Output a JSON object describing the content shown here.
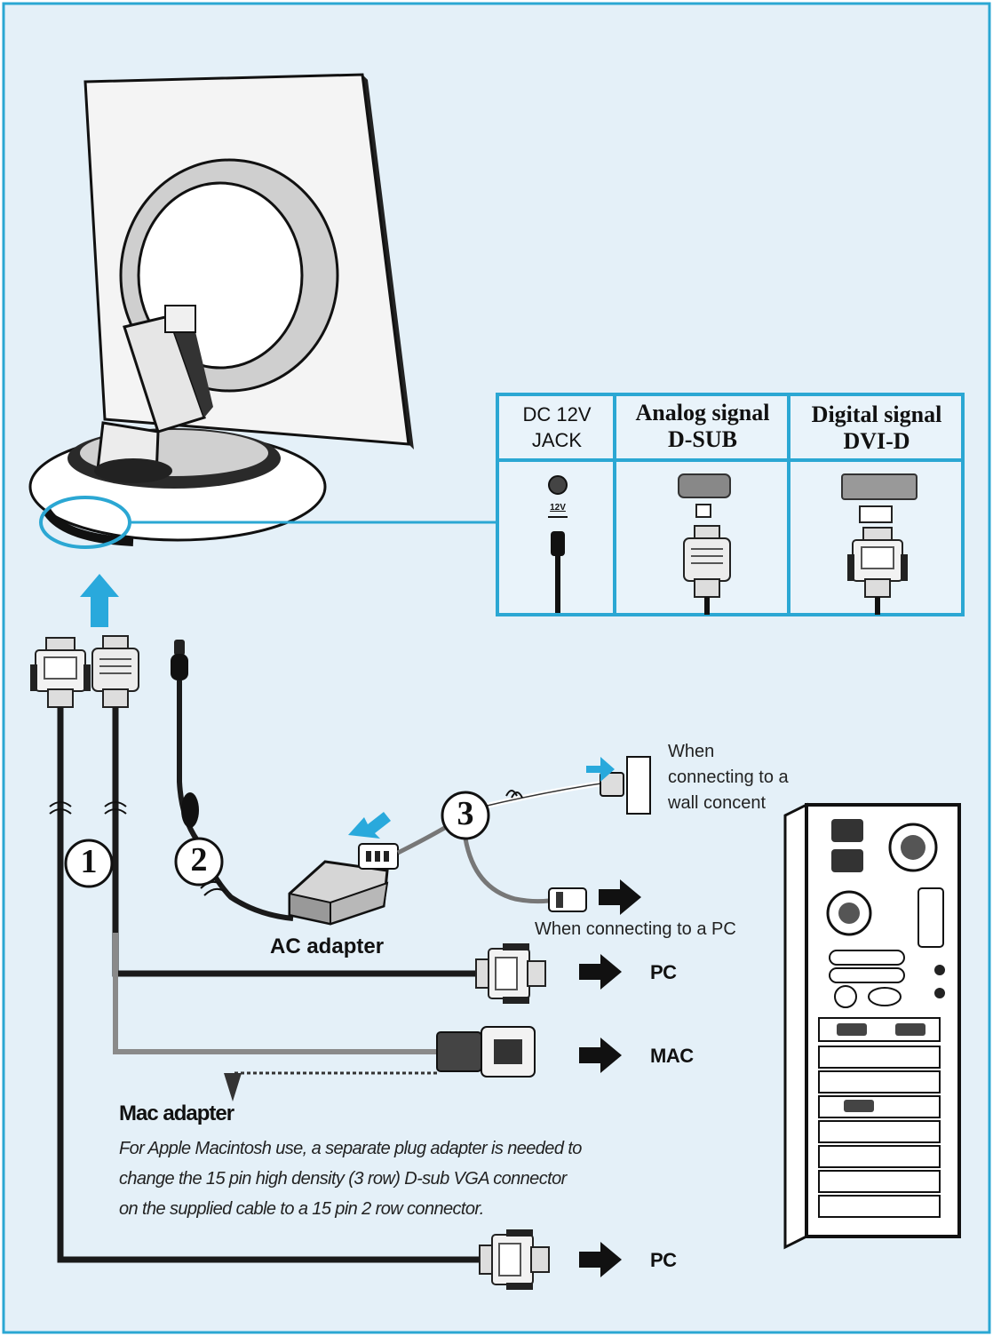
{
  "colors": {
    "background": "#e4f0f8",
    "accent": "#2ba7d3",
    "arrow": "#29a9dc",
    "cable": "#1a1a1a"
  },
  "port_table": {
    "dc_jack": {
      "title": [
        "DC 12V",
        "JACK"
      ],
      "mark": "12V"
    },
    "analog": {
      "title": [
        "Analog signal",
        "D-SUB"
      ]
    },
    "digital": {
      "title": [
        "Digital signal",
        "DVI-D"
      ]
    }
  },
  "steps": [
    "1",
    "2",
    "3"
  ],
  "labels": {
    "ac_adapter": "AC adapter",
    "wall_note": [
      "When",
      "connecting to a",
      "wall concent"
    ],
    "pc_note": "When connecting to a PC",
    "pc_top": "PC",
    "mac": "MAC",
    "pc_bottom": "PC"
  },
  "mac_adapter": {
    "title": "Mac adapter",
    "text": [
      "For Apple Macintosh use, a separate plug adapter is needed to",
      "change the 15 pin high density (3 row) D-sub VGA connector",
      "on the supplied cable to a 15 pin 2 row connector."
    ]
  },
  "icons": [
    "monitor-back",
    "stand",
    "up-arrow-icon",
    "dvi-plug-icon",
    "vga-plug-icon",
    "dc-plug-icon",
    "power-cord",
    "pc-tower",
    "arrow-right-icon"
  ]
}
